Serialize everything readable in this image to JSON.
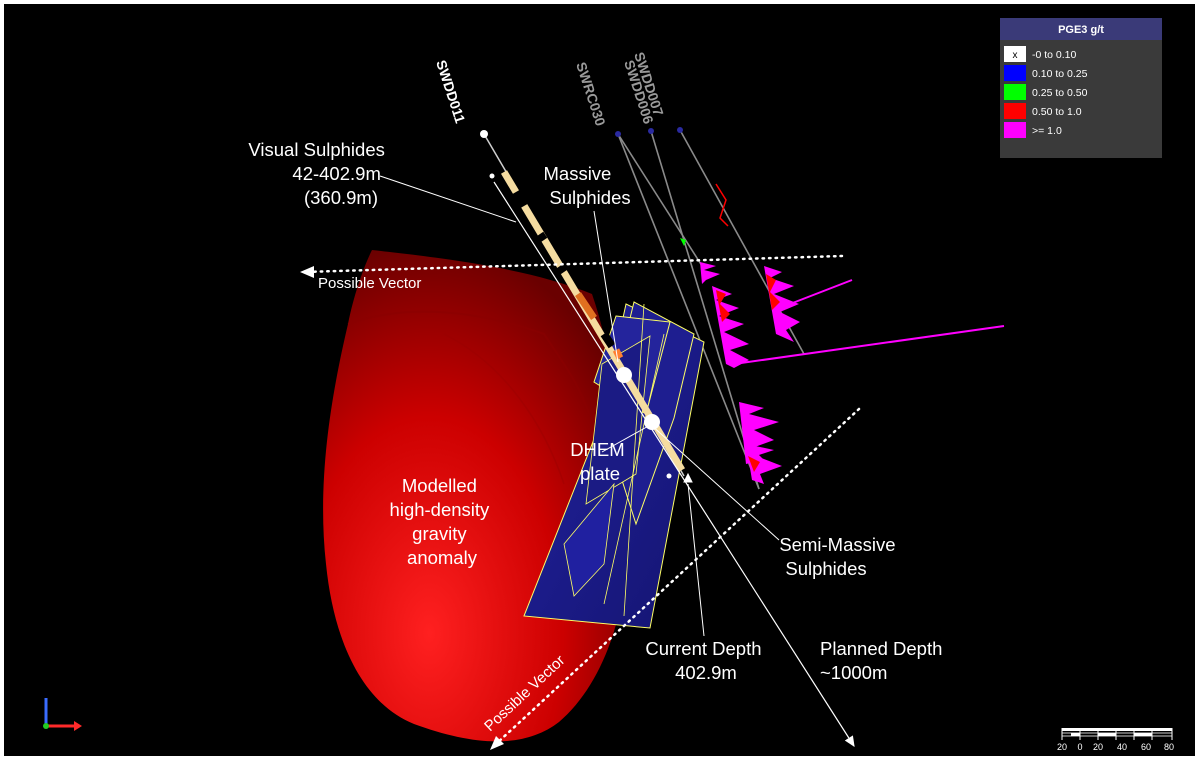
{
  "legend": {
    "title": "PGE3 g/t",
    "items": [
      {
        "label": "-0 to 0.10",
        "color": "#ffffff",
        "mark": "x"
      },
      {
        "label": "0.10 to 0.25",
        "color": "#0000ff",
        "mark": ""
      },
      {
        "label": "0.25 to 0.50",
        "color": "#00ff00",
        "mark": ""
      },
      {
        "label": "0.50 to 1.0",
        "color": "#ff0000",
        "mark": ""
      },
      {
        "label": ">= 1.0",
        "color": "#ff00ff",
        "mark": ""
      }
    ]
  },
  "drillholes": {
    "swdd011": "SWDD011",
    "swrc030": "SWRC030",
    "swdd006": "SWDD006",
    "swdd007": "SWDD007"
  },
  "labels": {
    "visual_sulphides": [
      "Visual Sulphides",
      "42-402.9m",
      "(360.9m)"
    ],
    "massive_sulphides": [
      "Massive",
      "Sulphides"
    ],
    "possible_vector_top": "Possible Vector",
    "possible_vector_bottom": "Possible Vector",
    "dhem_plate": [
      "DHEM",
      "plate"
    ],
    "gravity_anomaly": [
      "Modelled",
      "high-density",
      "gravity",
      "anomaly"
    ],
    "semi_massive": [
      "Semi-Massive",
      "Sulphides"
    ],
    "current_depth": [
      "Current Depth",
      "402.9m"
    ],
    "planned_depth": [
      "Planned Depth",
      "~1000m"
    ]
  },
  "scale_bar": {
    "ticks": [
      "20",
      "0",
      "20",
      "40",
      "60",
      "80"
    ]
  },
  "colors": {
    "background": "#000000",
    "gravity_body": "#e00000",
    "dhem_plate": "#1a1a8c",
    "plate_edge": "#ffff66",
    "drill_interval": "#f5dca0",
    "pge_high": "#ff00ff",
    "pge_mid": "#ff0000",
    "legend_header": "#3a3a78",
    "legend_body": "#3a3a3a"
  }
}
